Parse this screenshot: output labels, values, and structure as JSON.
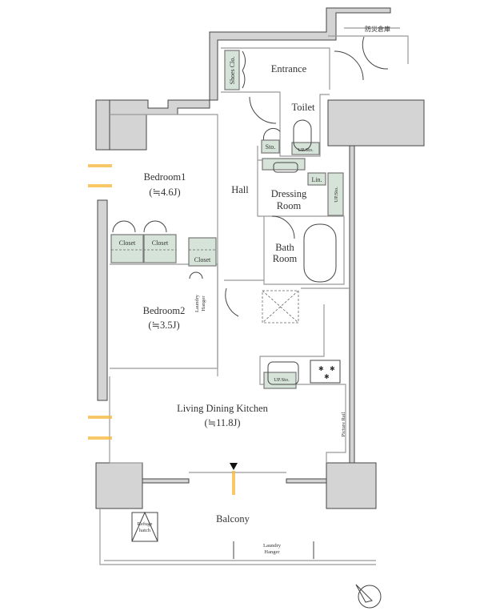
{
  "rooms": {
    "entrance": "Entrance",
    "toilet": "Toilet",
    "hall": "Hall",
    "dressing_room": [
      "Dressing",
      "Room"
    ],
    "bath_room": [
      "Bath",
      "Room"
    ],
    "bedroom1": {
      "name": "Bedroom1",
      "size": "(≒4.6J)"
    },
    "bedroom2": {
      "name": "Bedroom2",
      "size": "(≒3.5J)"
    },
    "ldk": {
      "name": "Living Dining Kitchen",
      "size": "(≒11.8J)"
    },
    "balcony": "Balcony",
    "disaster_storage": "防災倉庫"
  },
  "fixtures": {
    "shoes_closet": "Shoes Clo.",
    "closet": "Closet",
    "storage": "Sto.",
    "up_storage": "UP.Sto.",
    "linen": "Lin.",
    "laundry_hanger": [
      "Laundry",
      "Hanger"
    ],
    "picture_rail": "Picture Rail",
    "refuge_hatch": [
      "Refuge",
      "hatch"
    ]
  },
  "colors": {
    "wall": "#d4d4d4",
    "storage": "#d6e3d8",
    "window_accent": "#f5b942"
  }
}
